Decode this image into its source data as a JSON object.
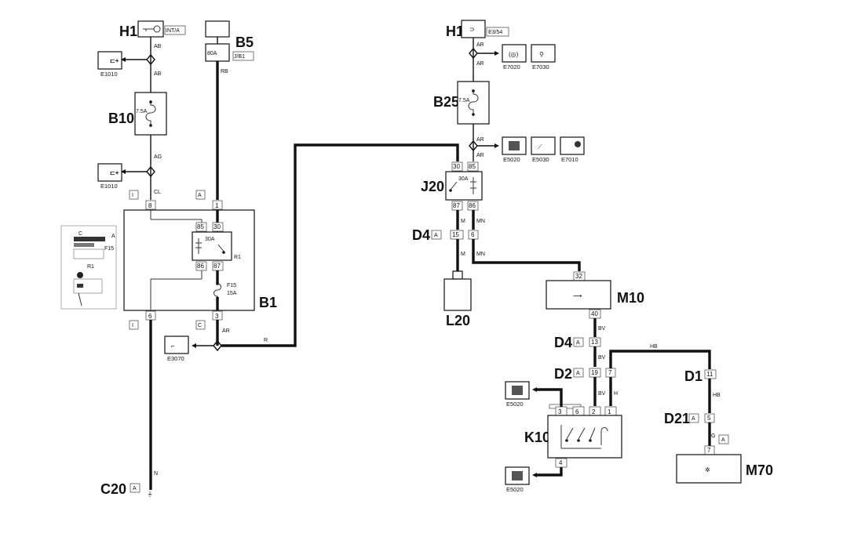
{
  "components": {
    "H1a": "H1",
    "H1a_tag": "INT/A",
    "B5": "B5",
    "B5_fuse": "80A",
    "B5_tag": "J/B1",
    "B10": "B10",
    "B10_fuse": "7.5A",
    "B1": "B1",
    "B1_relay": "R1",
    "B1_relay_fuse": "30A",
    "B1_fuse": "F15",
    "B1_fuse_val": "15A",
    "H1b": "H1",
    "H1b_tag": "E3/54",
    "B25": "B25",
    "B25_fuse": "7.5A",
    "J20": "J20",
    "J20_fuse": "30A",
    "D4a": "D4",
    "L20": "L20",
    "M10": "M10",
    "D4b": "D4",
    "D2": "D2",
    "D1": "D1",
    "D21": "D21",
    "K10": "K10",
    "M70": "M70",
    "C20": "C20"
  },
  "connector_letters": {
    "A": "A",
    "I": "I",
    "C": "C"
  },
  "pins": {
    "b1_8": "8",
    "b1_1": "1",
    "b1_85": "85",
    "b1_30": "30",
    "b1_86": "86",
    "b1_87": "87",
    "b1_6": "6",
    "b1_3": "3",
    "j20_30": "30",
    "j20_85": "85",
    "j20_87": "87",
    "j20_86": "86",
    "d4_15": "15",
    "d4_6": "6",
    "m10_32": "32",
    "m10_40": "40",
    "d4_13": "13",
    "d2_19": "19",
    "d2_7": "7",
    "d1_11": "11",
    "d21_5": "5",
    "k10_3": "3",
    "k10_6": "6",
    "k10_2": "2",
    "k10_1": "1",
    "k10_4": "4",
    "m70_7": "7"
  },
  "wires": {
    "AB1": "AB",
    "AB2": "AB",
    "AG": "AG",
    "CL": "CL",
    "RB": "RB",
    "AR1": "AR",
    "R": "R",
    "N": "N",
    "AR2": "AR",
    "AR3": "AR",
    "AR4": "AR",
    "AR5": "AR",
    "M1": "M",
    "MN1": "MN",
    "M2": "M",
    "MN2": "MN",
    "BV1": "BV",
    "BV2": "BV",
    "BV3": "BV",
    "H": "H",
    "HB1": "HB",
    "HB2": "HB",
    "G": "G"
  },
  "codes": {
    "e1010a": "E1010",
    "e1010b": "E1010",
    "e3070": "E3070",
    "e7020": "E7020",
    "e7030": "E7030",
    "e5020a": "E5020",
    "e5030": "E5030",
    "e7010": "E7010",
    "e5020b": "E5020",
    "e5020c": "E5020"
  },
  "inset": {
    "c": "C",
    "a": "A",
    "f15": "F15",
    "r1": "R1"
  }
}
